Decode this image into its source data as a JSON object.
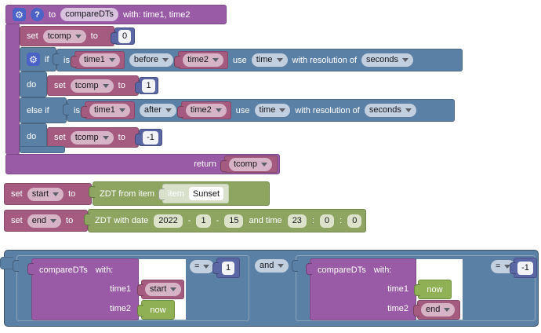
{
  "icons": {
    "gear": "⚙",
    "help": "?"
  },
  "fn": {
    "to": "to",
    "name": "compareDTs",
    "params": "with: time1, time2",
    "init": {
      "set": "set",
      "var": "tcomp",
      "to": "to",
      "value": "0"
    },
    "if_label": "if",
    "cond1": {
      "is": "is",
      "a": "time1",
      "op": "before",
      "b": "time2",
      "use": "use",
      "src": "time",
      "res_label": "with resolution of",
      "res": "seconds"
    },
    "do1_label": "do",
    "do1": {
      "set": "set",
      "var": "tcomp",
      "to": "to",
      "value": "1"
    },
    "elseif_label": "else if",
    "cond2": {
      "is": "is",
      "a": "time1",
      "op": "after",
      "b": "time2",
      "use": "use",
      "src": "time",
      "res_label": "with resolution of",
      "res": "seconds"
    },
    "do2_label": "do",
    "do2": {
      "set": "set",
      "var": "tcomp",
      "to": "to",
      "value": "-1"
    },
    "return_label": "return",
    "return_var": "tcomp"
  },
  "set_start": {
    "set": "set",
    "var": "start",
    "to": "to",
    "zdt": "ZDT from item",
    "item_label": "item",
    "item_value": "Sunset"
  },
  "set_end": {
    "set": "set",
    "var": "end",
    "to": "to",
    "label": "ZDT with date",
    "year": "2022",
    "sep": "-",
    "month": "1",
    "day": "15",
    "time_label": "and time",
    "hour": "23",
    "colon": ":",
    "minute": "0",
    "second": "0"
  },
  "cond": {
    "and": "and",
    "left": {
      "name": "compareDTs",
      "with": "with:",
      "t1": "time1",
      "t1v": "start",
      "t2": "time2",
      "t2v": "now",
      "op": "=",
      "val": "1"
    },
    "right": {
      "name": "compareDTs",
      "with": "with:",
      "t1": "time1",
      "t1v": "now",
      "t2": "time2",
      "t2v": "end",
      "op": "=",
      "val": "-1"
    }
  },
  "colors": {
    "procedure_purple": "#995ba5",
    "variable_maroon": "#a55b80",
    "logic_blue": "#5b80a5",
    "math_blue": "#5b67a5",
    "zdt_green": "#8ea561",
    "now_green": "#8fb054",
    "icon_blue": "#4b63c6"
  }
}
